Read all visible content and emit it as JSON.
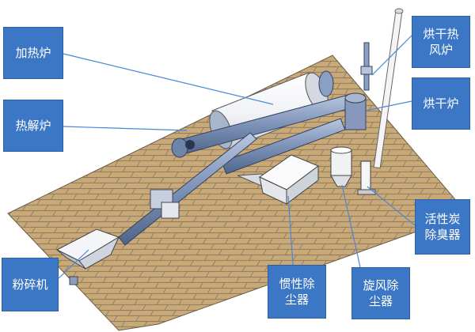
{
  "labels": {
    "heating_furnace": "加热炉",
    "pyrolysis_furnace": "热解炉",
    "crusher": "粉碎机",
    "hot_air_stove": "烘干热\n风炉",
    "dryer": "烘干炉",
    "activated_carbon_deodorizer": "活性炭\n除臭器",
    "inertial_dust_collector": "惯性除\n尘器",
    "cyclone_dust_collector": "旋风除\n尘器"
  },
  "colors": {
    "label_box": "#3c77c6",
    "brick": "#c9a977",
    "mortar": "#8a7a62",
    "machine": "#8a9fc4",
    "drum": "#f2f3f6"
  }
}
